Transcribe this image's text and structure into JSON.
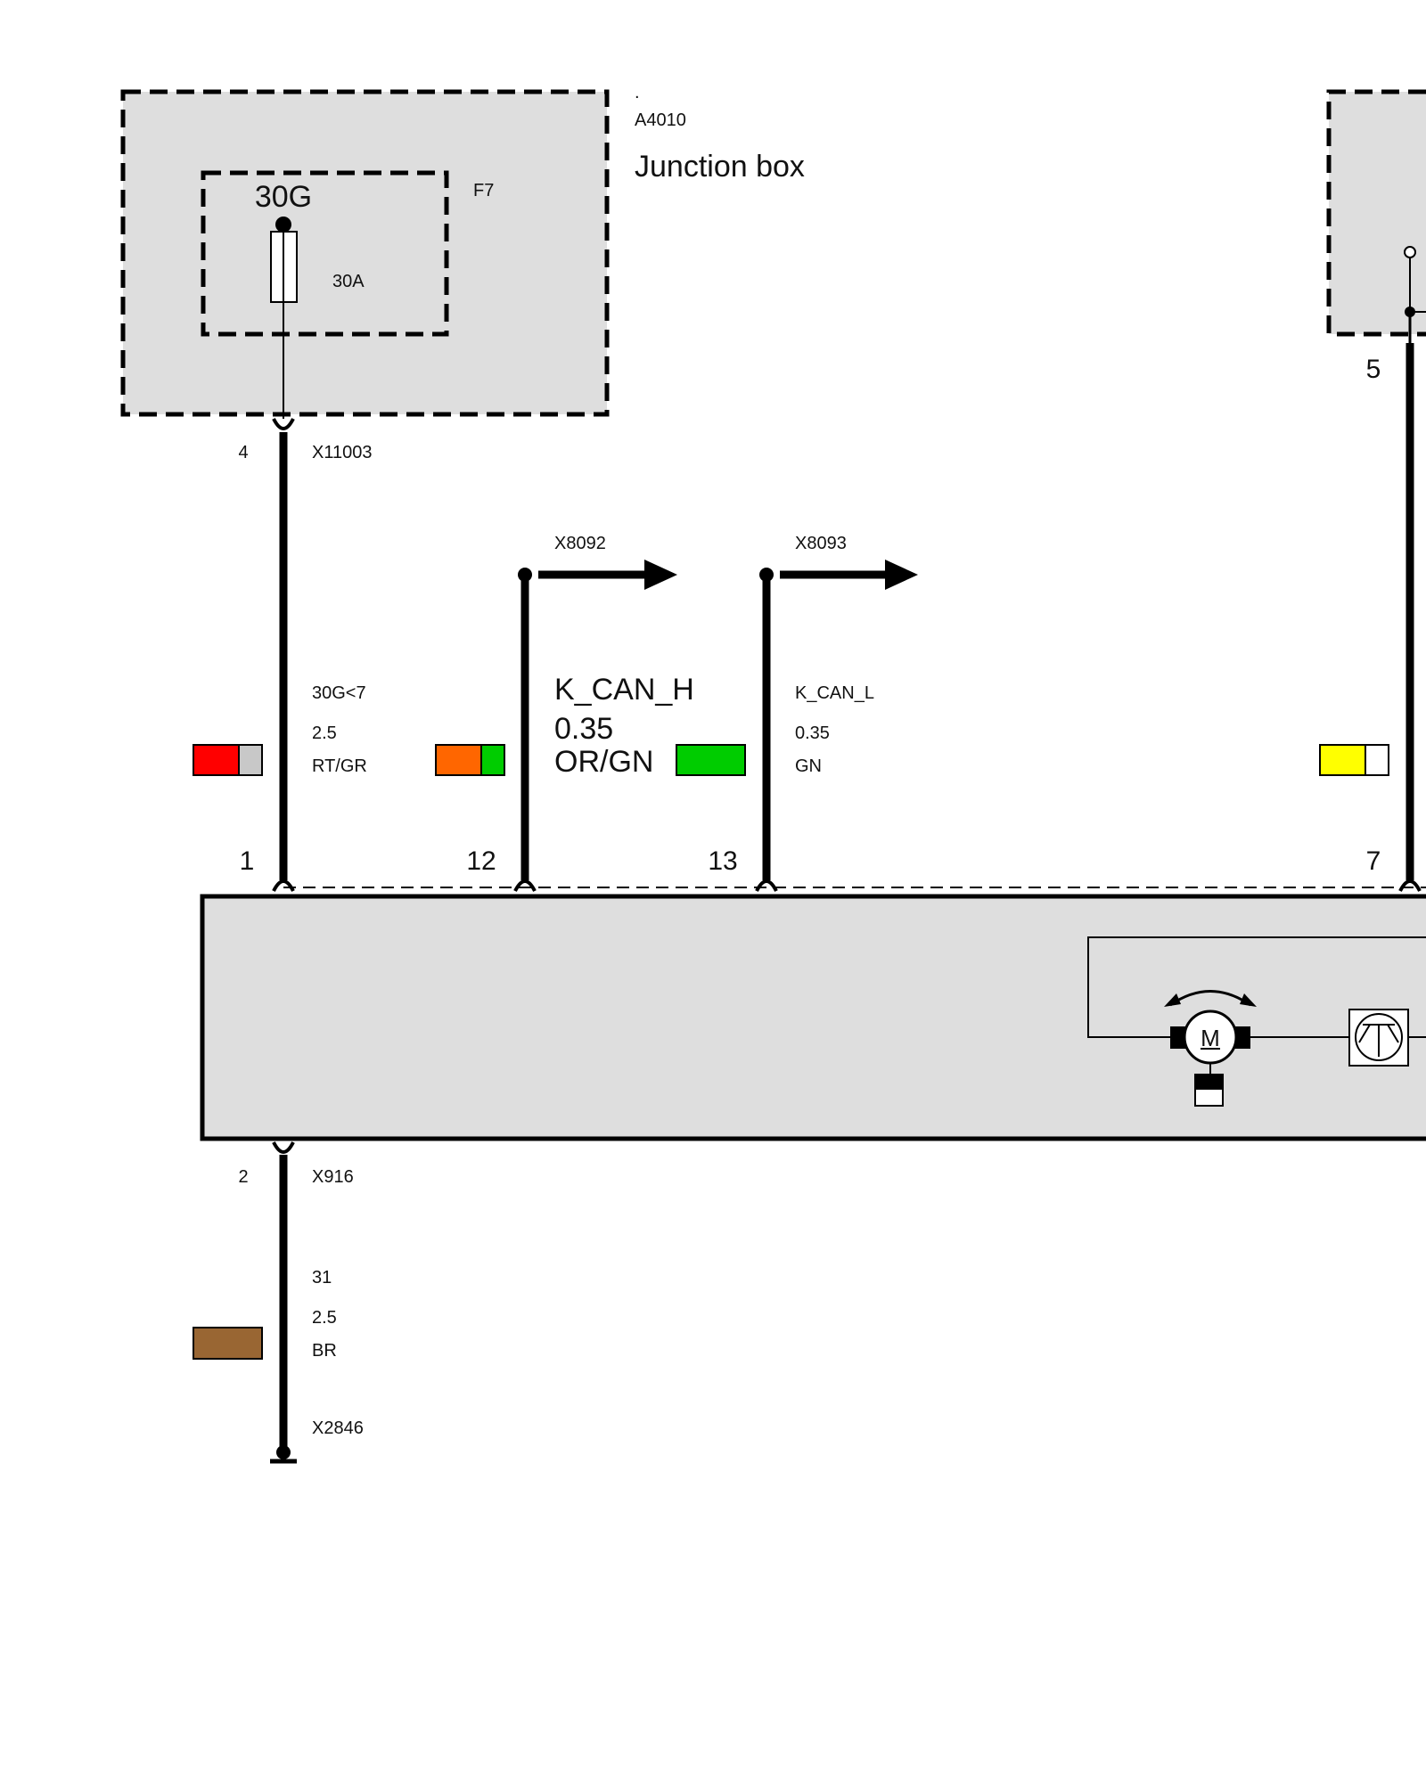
{
  "colors": {
    "box_fill": "#dedede",
    "wire": "#000000",
    "red": "#ff0000",
    "grey": "#c8c8c8",
    "orange": "#ff6600",
    "green": "#00cc00",
    "yellow": "#ffff00",
    "white": "#ffffff",
    "brown": "#996633"
  },
  "header": {
    "dot": ".",
    "component_id": "A4010",
    "component_name": "Junction box"
  },
  "fuse": {
    "terminal": "30G",
    "id": "F7",
    "rating": "30A"
  },
  "top_connector": {
    "pin": "4",
    "id": "X11003"
  },
  "right_module": {
    "pin": "5"
  },
  "branches": [
    {
      "id": "X8092"
    },
    {
      "id": "X8093"
    }
  ],
  "wires": [
    {
      "pin": "1",
      "signal": "30G<7",
      "gauge": "2.5",
      "color_code": "RT/GR",
      "swatch_icon": "red-grey-wire-swatch-icon"
    },
    {
      "pin": "12",
      "signal": "K_CAN_H",
      "gauge": "0.35",
      "color_code": "OR/GN",
      "swatch_icon": "orange-green-wire-swatch-icon"
    },
    {
      "pin": "13",
      "signal": "K_CAN_L",
      "gauge": "0.35",
      "color_code": "GN",
      "swatch_icon": "green-wire-swatch-icon"
    },
    {
      "pin": "7",
      "swatch_icon": "yellow-white-wire-swatch-icon"
    }
  ],
  "ground": {
    "pin": "2",
    "connector_id": "X916",
    "signal": "31",
    "gauge": "2.5",
    "color_code": "BR",
    "ground_id": "X2846"
  },
  "module_icons": [
    "motor-icon",
    "transistor-icon",
    "position-sensor-icon"
  ]
}
